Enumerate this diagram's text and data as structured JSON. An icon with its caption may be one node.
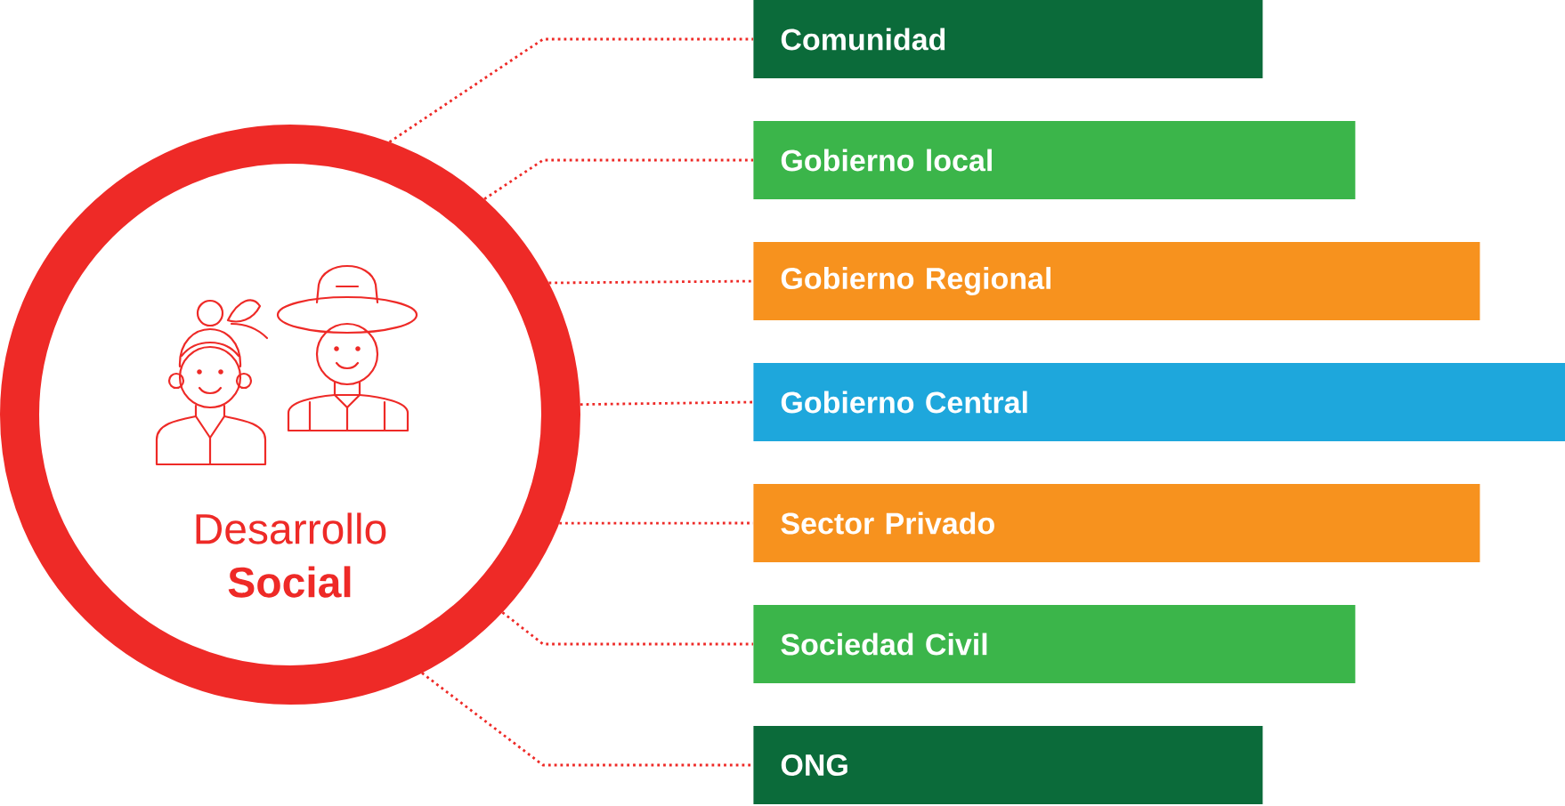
{
  "diagram": {
    "nodes": [
      {
        "text": [
          "Desarrollo **Social**"
        ]
      },
      {
        "text": [
          "Comunidad"
        ]
      },
      {
        "text": [
          "Gobierno local"
        ]
      },
      {
        "text": [
          "Gobierno Regional"
        ]
      },
      {
        "text": [
          "Gobierno Central"
        ]
      },
      {
        "text": [
          "Sector Privado"
        ]
      },
      {
        "text": [
          "Sociedad Civil"
        ]
      },
      {
        "text": [
          "ONG"
        ]
      }
    ],
    "edges": [
      {
        "from": 0,
        "to": 1,
        "arrow": "none"
      },
      {
        "from": 0,
        "to": 2,
        "arrow": "none"
      },
      {
        "from": 0,
        "to": 3,
        "arrow": "none"
      },
      {
        "from": 0,
        "to": 4,
        "arrow": "none"
      },
      {
        "from": 0,
        "to": 5,
        "arrow": "none"
      },
      {
        "from": 0,
        "to": 6,
        "arrow": "none"
      },
      {
        "from": 0,
        "to": 7,
        "arrow": "none"
      }
    ]
  }
}
